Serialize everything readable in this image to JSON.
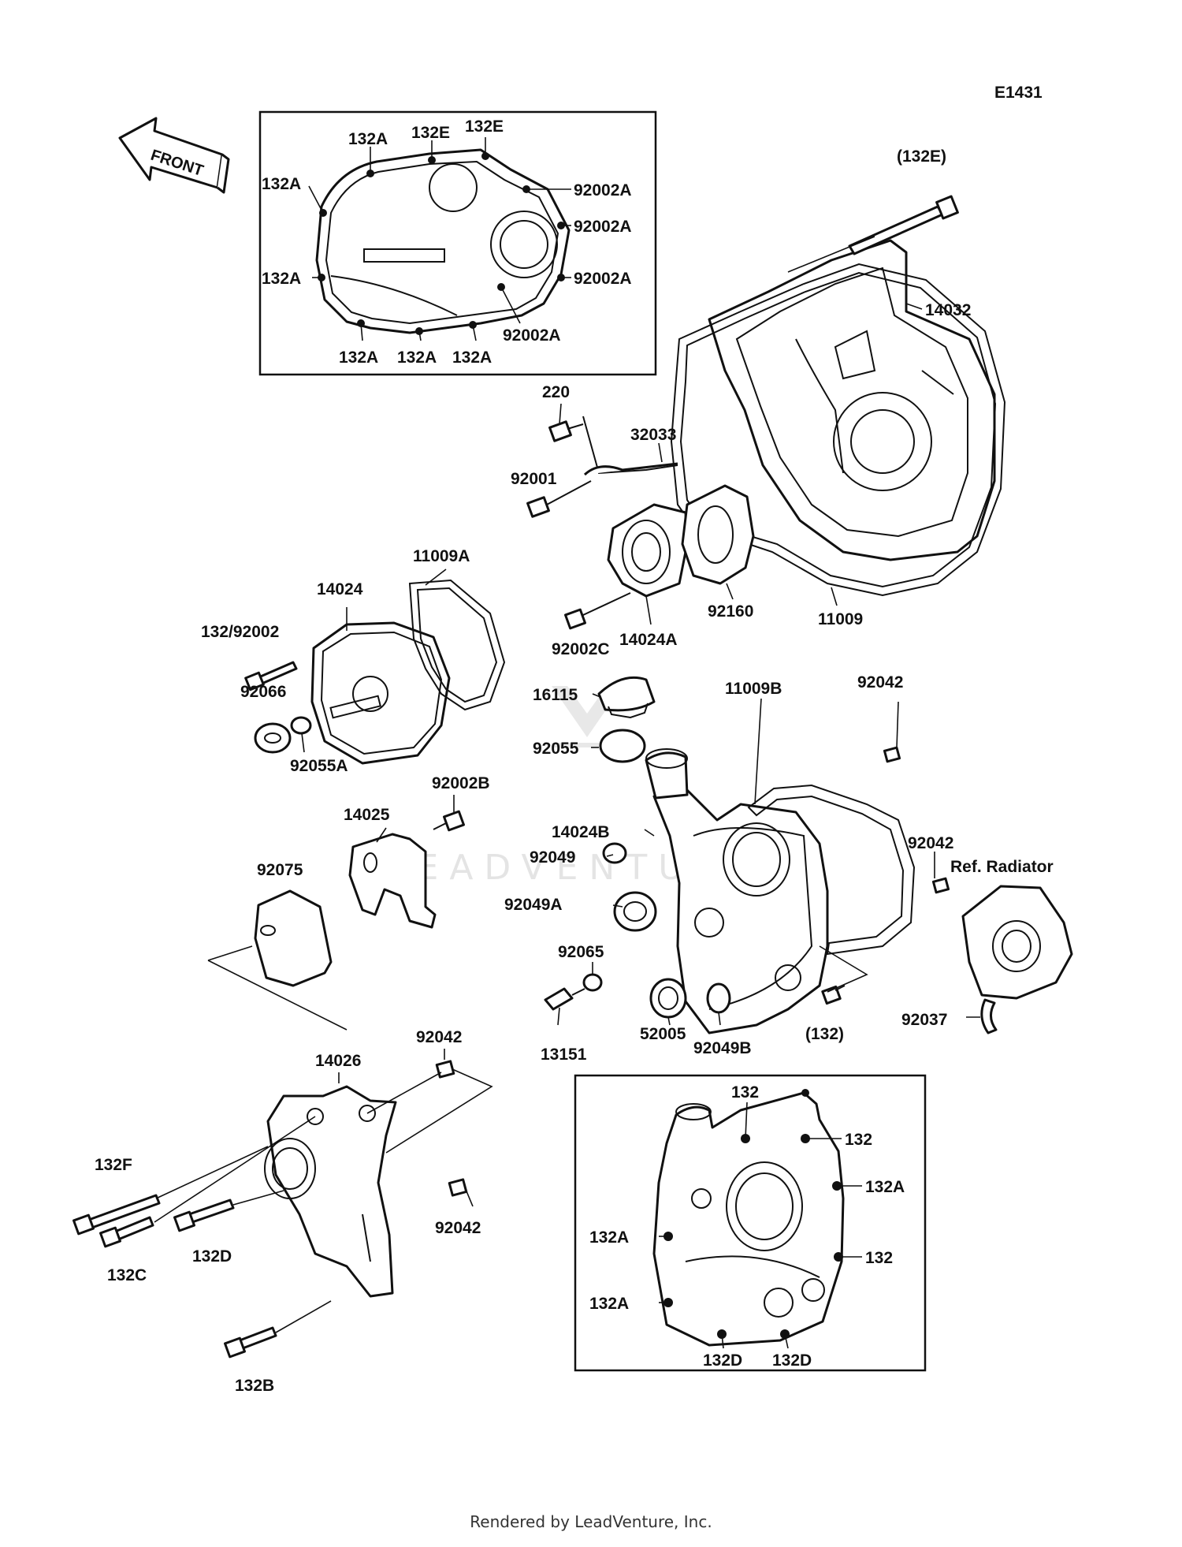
{
  "diagram_id": "E1431",
  "front_label": "FRONT",
  "ref_radiator": "Ref. Radiator",
  "watermark": "LEADVENTURE",
  "footer": "Rendered by LeadVenture, Inc.",
  "labels": {
    "l_132a_top": "132A",
    "l_132e_1": "132E",
    "l_132e_2": "132E",
    "l_92002a_1": "92002A",
    "l_132a_l1": "132A",
    "l_92002a_2": "92002A",
    "l_132a_l2": "132A",
    "l_92002a_3": "92002A",
    "l_92002a_4": "92002A",
    "l_132a_b1": "132A",
    "l_132a_b2": "132A",
    "l_132a_b3": "132A",
    "l_132e_paren": "(132E)",
    "l_14032": "14032",
    "l_220": "220",
    "l_32033": "32033",
    "l_92001": "92001",
    "l_11009a": "11009A",
    "l_14024": "14024",
    "l_132_92002": "132/92002",
    "l_92066": "92066",
    "l_92055a": "92055A",
    "l_92160": "92160",
    "l_11009": "11009",
    "l_92002c": "92002C",
    "l_14024a": "14024A",
    "l_16115": "16115",
    "l_11009b": "11009B",
    "l_92042_a": "92042",
    "l_92055": "92055",
    "l_92002b": "92002B",
    "l_14025": "14025",
    "l_14024b": "14024B",
    "l_92049": "92049",
    "l_92042_b": "92042",
    "l_92075": "92075",
    "l_92049a": "92049A",
    "l_92065": "92065",
    "l_92037": "92037",
    "l_13151": "13151",
    "l_52005": "52005",
    "l_92049b": "92049B",
    "l_132_paren": "(132)",
    "l_92042_c": "92042",
    "l_14026": "14026",
    "l_132f": "132F",
    "l_132c": "132C",
    "l_132d": "132D",
    "l_92042_d": "92042",
    "l_132b": "132B",
    "l_132_i1": "132",
    "l_132_i2": "132",
    "l_132a_i1": "132A",
    "l_132a_i2": "132A",
    "l_132_i3": "132",
    "l_132a_i3": "132A",
    "l_132d_i1": "132D",
    "l_132d_i2": "132D"
  }
}
